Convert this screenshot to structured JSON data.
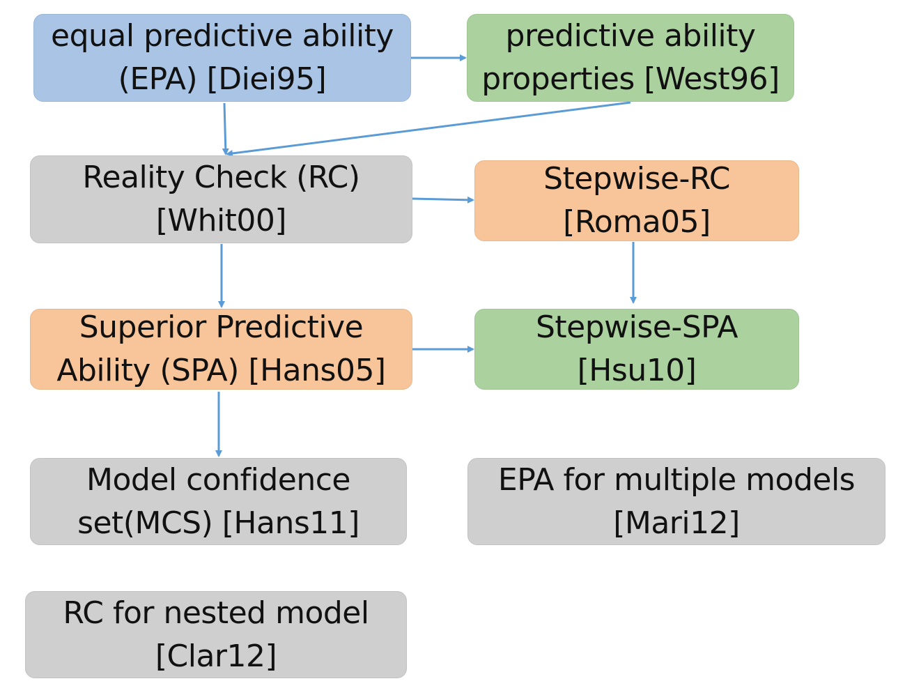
{
  "nodes": {
    "epa": {
      "line1": "equal predictive ability",
      "line2": "(EPA) [Diei95]"
    },
    "west": {
      "line1": "predictive ability",
      "line2": "properties [West96]"
    },
    "rc": {
      "line1": "Reality Check (RC)",
      "line2": "[Whit00]"
    },
    "srs": {
      "line1": "Stepwise-RC",
      "line2": "[Roma05]"
    },
    "spa": {
      "line1": "Superior Predictive",
      "line2": "Ability (SPA) [Hans05]"
    },
    "sspa": {
      "line1": "Stepwise-SPA",
      "line2": "[Hsu10]"
    },
    "mcs": {
      "line1": "Model confidence",
      "line2": "set(MCS) [Hans11]"
    },
    "mari": {
      "line1": "EPA for multiple models",
      "line2": "[Mari12]"
    },
    "clar": {
      "line1": "RC for nested model",
      "line2": "[Clar12]"
    }
  },
  "colors": {
    "blue": "#a9c4e4",
    "green": "#abd19f",
    "gray": "#cfcfcf",
    "orange": "#f8c59a",
    "arrow": "#5b9bd5"
  }
}
